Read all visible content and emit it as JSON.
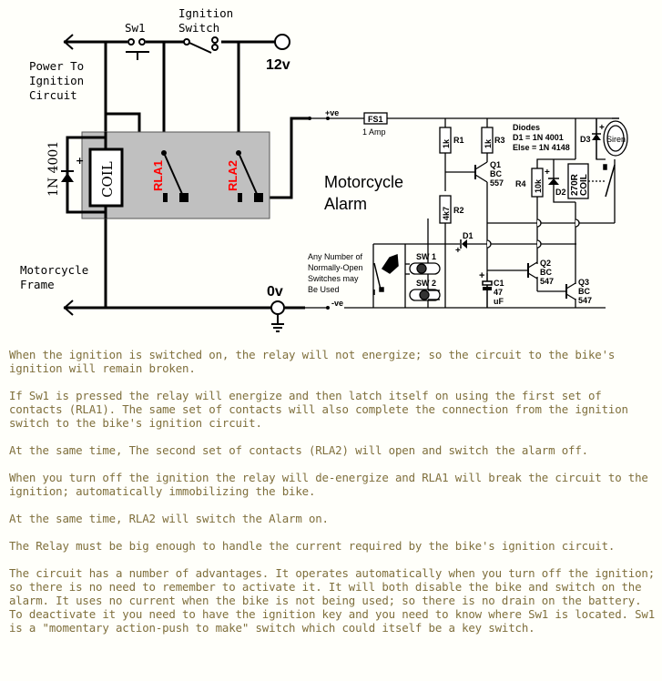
{
  "diagram": {
    "title_line1": "Motorcycle",
    "title_line2": "Alarm",
    "labels": {
      "sw1": "Sw1",
      "ignition_switch_line1": "Ignition",
      "ignition_switch_line2": "Switch",
      "supply_voltage": "12v",
      "ground_voltage": "0v",
      "power_to_ignition_line1": "Power To",
      "power_to_ignition_line2": "Ignition",
      "power_to_ignition_line3": "Circuit",
      "motorcycle_frame_line1": "Motorcycle",
      "motorcycle_frame_line2": "Frame",
      "relay_diode": "1N 4001",
      "relay_coil": "COIL",
      "rla1": "RLA1",
      "rla2": "RLA2",
      "plus_ve": "+ve",
      "minus_ve": "-ve",
      "fuse": "FS1",
      "fuse_rating": "1 Amp",
      "r1_value": "1k",
      "r1": "R1",
      "r2_value": "4k7",
      "r2": "R2",
      "r3_value": "1k",
      "r3": "R3",
      "r4_value": "10k",
      "r4": "R4",
      "q1": "Q1",
      "q1_type1": "BC",
      "q1_type2": "557",
      "q2": "Q2",
      "q2_type1": "BC",
      "q2_type2": "547",
      "q3": "Q3",
      "q3_type1": "BC",
      "q3_type2": "547",
      "c1": "C1",
      "c1_value1": "47",
      "c1_value2": "uF",
      "d1": "D1",
      "d2": "D2",
      "d3": "D3",
      "diodes_heading": "Diodes",
      "diodes_d1": "D1 = 1N 4001",
      "diodes_else": "Else = 1N 4148",
      "siren": "Siren",
      "alarm_coil_value": "270R",
      "alarm_coil": "COIL",
      "sw_note_line1": "Any Number of",
      "sw_note_line2": "Normally-Open",
      "sw_note_line3": "Switches may",
      "sw_note_line4": "Be Used",
      "sw_1": "SW 1",
      "sw_2": "SW 2",
      "plus": "+"
    },
    "colors": {
      "wire": "#000000",
      "relay_box": "#c0c0c0",
      "relay_contact_label": "#ff0000"
    }
  },
  "description": {
    "paragraphs": [
      "When the ignition is switched on, the relay will not energize; so the circuit to the bike's ignition will remain broken.",
      "If Sw1 is pressed the relay will energize and then latch itself on using the first set of contacts (RLA1). The same set of contacts will also complete the connection from the ignition switch to the bike's ignition circuit.",
      "At the same time, The second set of contacts (RLA2) will open and switch the alarm off.",
      "When you turn off the ignition the relay will de-energize and RLA1 will break the circuit to the ignition; automatically immobilizing the bike.",
      "At the same time, RLA2 will switch the Alarm on.",
      "The Relay must be big enough to handle the current required by the bike's ignition circuit.",
      "The circuit has a number of advantages. It operates automatically when you turn off the ignition; so there is no need to remember to activate it. It will both disable the bike and switch on the alarm. It uses no current when the bike is not being used; so there is no drain on the battery. To deactivate it you need to have the ignition key and you need to know where Sw1 is located. Sw1 is a \"momentary action-push to make\" switch which could itself be a key switch."
    ],
    "color": "#7f6f3c"
  }
}
